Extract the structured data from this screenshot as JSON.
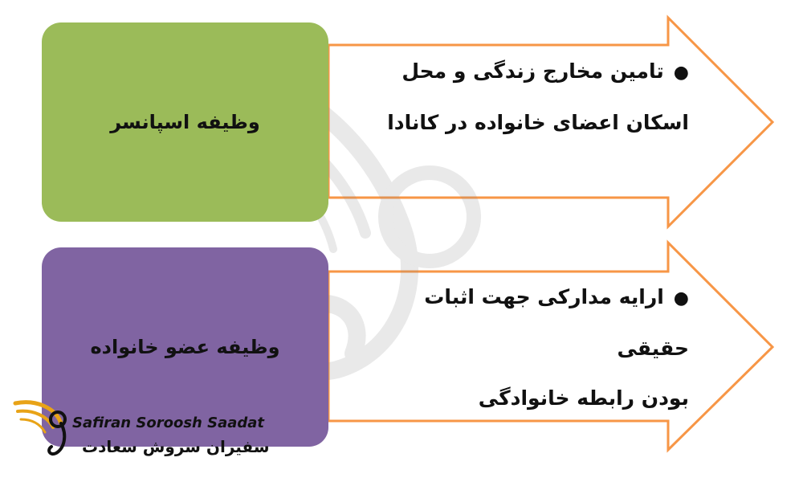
{
  "colors": {
    "green_box": "#9bbb59",
    "purple_box": "#8064a2",
    "arrow_outline": "#f79646"
  },
  "rows": [
    {
      "box_label": "وظیفه اسپانسر",
      "arrow_lines": [
        "تامین مخارج زندگی و محل",
        "اسکان اعضای خانواده در کانادا"
      ]
    },
    {
      "box_label": "وظیفه عضو خانواده",
      "arrow_lines": [
        "ارایه مدارکی جهت اثبات حقیقی",
        "بودن رابطه خانوادگی"
      ]
    }
  ],
  "logo": {
    "english": "Safiran Soroosh Saadat",
    "persian": "سفیران سروش سعادت"
  }
}
